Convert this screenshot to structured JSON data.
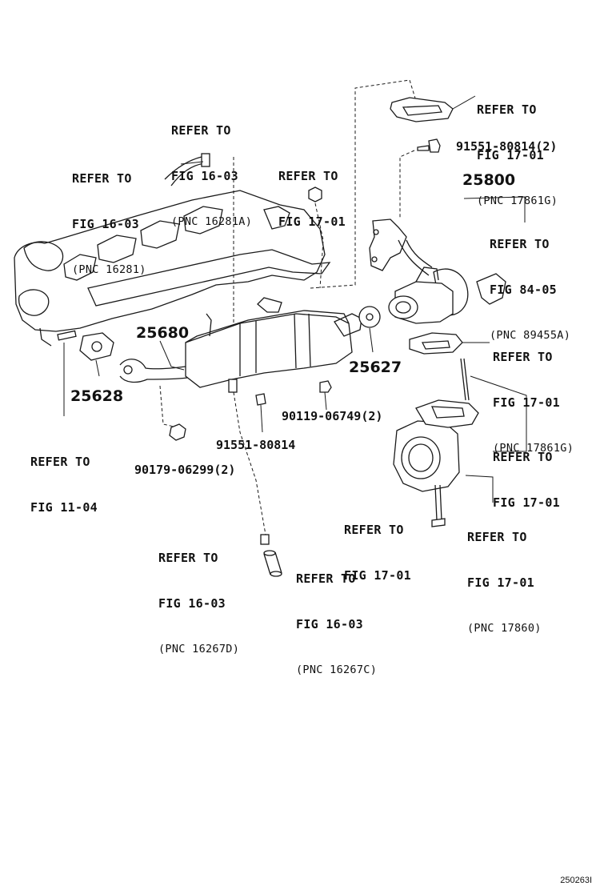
{
  "refs": {
    "r_top_right": {
      "line1": "REFER TO",
      "line2": "FIG 17-01",
      "line3": "(PNC 17861G)"
    },
    "r_top_mid": {
      "line1": "REFER TO",
      "line2": "FIG 16-03",
      "line3": "(PNC 16281A)"
    },
    "r_top_left": {
      "line1": "REFER TO",
      "line2": "FIG 16-03",
      "line3": "(PNC 16281)"
    },
    "r_mid": {
      "line1": "REFER TO",
      "line2": "FIG 17-01"
    },
    "r_valve": {
      "line1": "REFER TO",
      "line2": "FIG 84-05",
      "line3": "(PNC 89455A)"
    },
    "r_gasket_right": {
      "line1": "REFER TO",
      "line2": "FIG 17-01",
      "line3": "(PNC 17861G)"
    },
    "r_throttle": {
      "line1": "REFER TO",
      "line2": "FIG 17-01"
    },
    "r_left": {
      "line1": "REFER TO",
      "line2": "FIG 11-04"
    },
    "r_bolt": {
      "line1": "REFER TO",
      "line2": "FIG 17-01"
    },
    "r_lower_right": {
      "line1": "REFER TO",
      "line2": "FIG 17-01",
      "line3": "(PNC 17860)"
    },
    "r_hose_left": {
      "line1": "REFER TO",
      "line2": "FIG 16-03",
      "line3": "(PNC 16267D)"
    },
    "r_hose_right": {
      "line1": "REFER TO",
      "line2": "FIG 16-03",
      "line3": "(PNC 16267C)"
    }
  },
  "parts": {
    "p25800": "25800",
    "p25680": "25680",
    "p25627": "25627",
    "p25628": "25628",
    "p91551_2": "91551-80814(2)",
    "p90119": "90119-06749(2)",
    "p91551": "91551-80814",
    "p90179": "90179-06299(2)"
  },
  "figure_id": "250263I"
}
